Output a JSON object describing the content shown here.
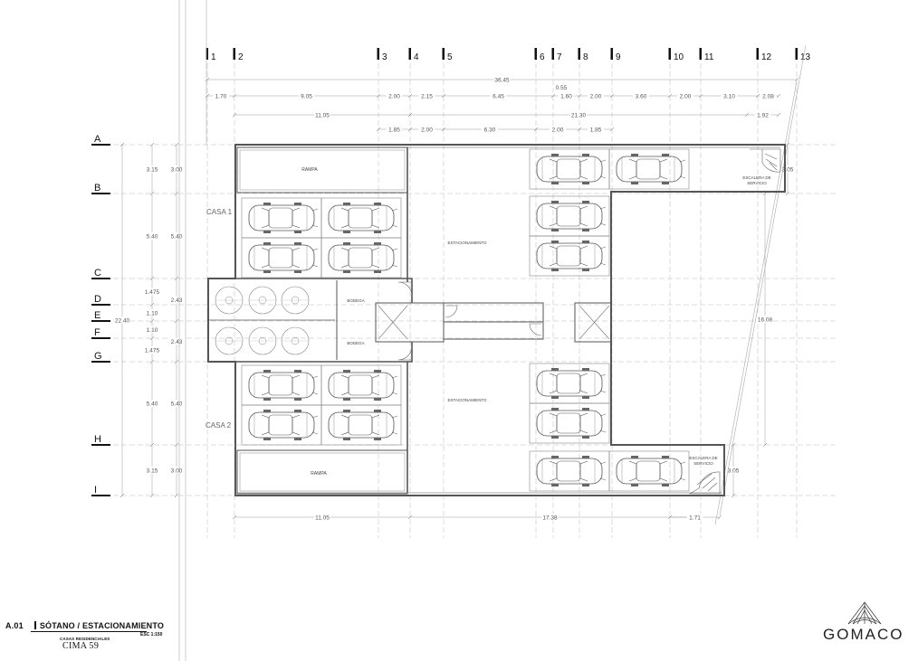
{
  "sheet": {
    "number": "A.01",
    "title": "SÓTANO / ESTACIONAMIENTO",
    "scale": "ESC 1:150",
    "project_sub": "CASAS RESIDENCIALES",
    "project_name": "CIMA 59",
    "brand": "GOMACO"
  },
  "grid": {
    "columns": [
      "1",
      "2",
      "3",
      "4",
      "5",
      "6",
      "7",
      "8",
      "9",
      "10",
      "11",
      "12",
      "13"
    ],
    "rows": [
      "A",
      "B",
      "C",
      "D",
      "E",
      "F",
      "G",
      "H",
      "I"
    ]
  },
  "dims_top": {
    "total": "36.45",
    "offset": "0.55",
    "row2": [
      "1.70",
      "9.05",
      "2.00",
      "2.15",
      "6.45",
      "1.60",
      "2.00",
      "3.60",
      "2.00",
      "3.10",
      "2.08"
    ],
    "row3": [
      "11.05",
      "21.30",
      "1.92"
    ],
    "row4": [
      "1.85",
      "2.00",
      "6.30",
      "2.00",
      "1.85"
    ]
  },
  "dims_left": {
    "outer": [
      "3.15",
      "5.40",
      "1.475",
      "1.10",
      "1.10",
      "1.475",
      "5.40",
      "3.15"
    ],
    "inner": [
      "3.00",
      "5.40",
      "2.43",
      "2.43",
      "5.40",
      "3.00"
    ],
    "total": "22.40"
  },
  "dims_right": [
    "3.05",
    "16.08",
    "3.05"
  ],
  "dims_bottom": [
    "11.05",
    "17.38",
    "1.71"
  ],
  "labels": {
    "rampa_top": "RAMPA",
    "rampa_bottom": "RAMPA",
    "casa1": "CASA 1",
    "casa2": "CASA 2",
    "estac_top": "ESTACIONAMIENTO",
    "estac_bottom": "ESTACIONAMIENTO",
    "bodega1": "BODEGA",
    "bodega2": "BODEGA",
    "stair_top_1": "ESCALERA DE",
    "stair_top_2": "SERVICIO",
    "stair_bot_1": "ESCALERA DE",
    "stair_bot_2": "SERVICIO"
  }
}
